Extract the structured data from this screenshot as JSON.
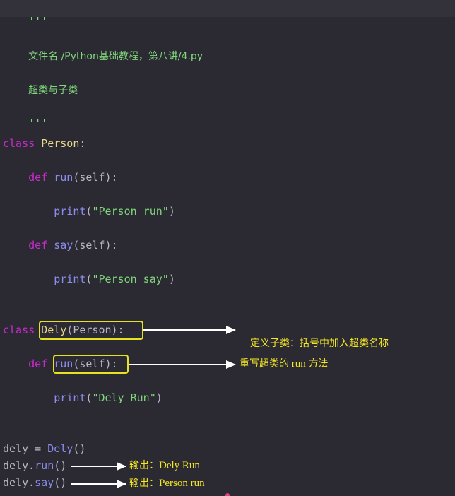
{
  "code": {
    "docstring_open": "'''",
    "docstring_line1": "文件名 /Python基础教程，第八讲/4.py",
    "docstring_line2": "超类与子类",
    "docstring_close": "'''",
    "person_class_kw": "class",
    "person_class_name": "Person",
    "person_class_colon": ":",
    "person_run_def": "def",
    "person_run_name": "run",
    "person_run_params": "(self):",
    "person_run_print": "print",
    "person_run_print_open": "(",
    "person_run_print_str": "\"Person run\"",
    "person_run_print_close": ")",
    "person_say_def": "def",
    "person_say_name": "say",
    "person_say_params": "(self):",
    "person_say_print": "print",
    "person_say_print_open": "(",
    "person_say_print_str": "\"Person say\"",
    "person_say_print_close": ")",
    "dely_class_kw": "class",
    "dely_class_name": "Dely",
    "dely_class_parent": "(Person):",
    "dely_run_def": "def",
    "dely_run_name": "run",
    "dely_run_params": "(self):",
    "dely_run_print": "print",
    "dely_run_print_open": "(",
    "dely_run_print_str": "\"Dely Run\"",
    "dely_run_print_close": ")",
    "inst_var": "dely = ",
    "inst_ctor": "Dely",
    "inst_parens": "()",
    "call1_obj": "dely.",
    "call1_method": "run",
    "call1_parens": "()",
    "call2_obj": "dely.",
    "call2_method": "say",
    "call2_parens": "()"
  },
  "annotations": {
    "subclass_def": "定义子类：括号中加入超类名称",
    "override_prefix": "重写超类的",
    "override_mid": " run ",
    "override_suffix": "方法",
    "output1_label": "输出：",
    "output1_value": "Dely Run",
    "output2_label": "输出：",
    "output2_value": "Person run"
  },
  "colors": {
    "background": "#2b2a33",
    "string": "#7fd77a",
    "keyword": "#c92bcc",
    "class_name": "#e8d789",
    "function": "#8d8dee",
    "annotation": "#f4e723",
    "highlight_border": "#e7e221"
  }
}
